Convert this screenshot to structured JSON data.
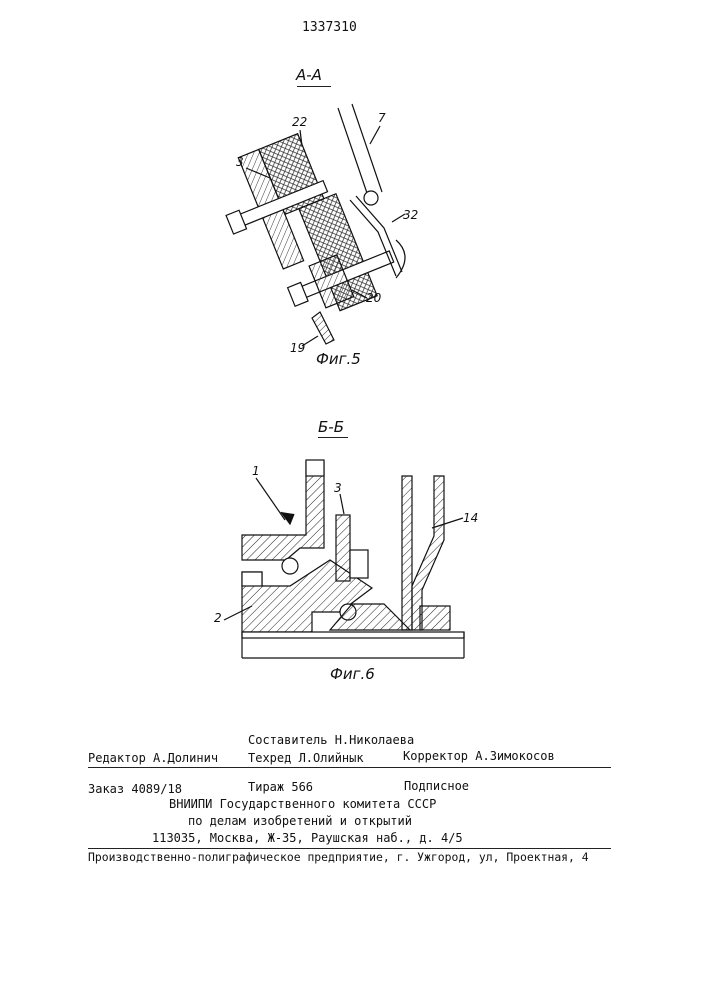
{
  "patent_number": "1337310",
  "fig5": {
    "section_label": "А-А",
    "caption": "Фиг.5",
    "refs": [
      "22",
      "7",
      "3",
      "32",
      "20",
      "19"
    ]
  },
  "fig6": {
    "section_label": "Б-Б",
    "caption": "Фиг.6",
    "refs": [
      "1",
      "3",
      "14",
      "2"
    ]
  },
  "imprint": {
    "compiler": "Составитель Н.Николаева",
    "editor": "Редактор А.Долинич",
    "techred": "Техред Л.Олийнык",
    "corrector": "Корректор А.Зимокосов",
    "order": "Заказ 4089/18",
    "circulation": "Тираж 566",
    "subscription": "Подписное",
    "org_line1": "ВНИИПИ Государственного комитета СССР",
    "org_line2": "по делам изобретений и открытий",
    "address": "113035, Москва, Ж-35, Раушская наб., д. 4/5",
    "printer": "Производственно-полиграфическое предприятие, г. Ужгород, ул, Проектная, 4"
  }
}
